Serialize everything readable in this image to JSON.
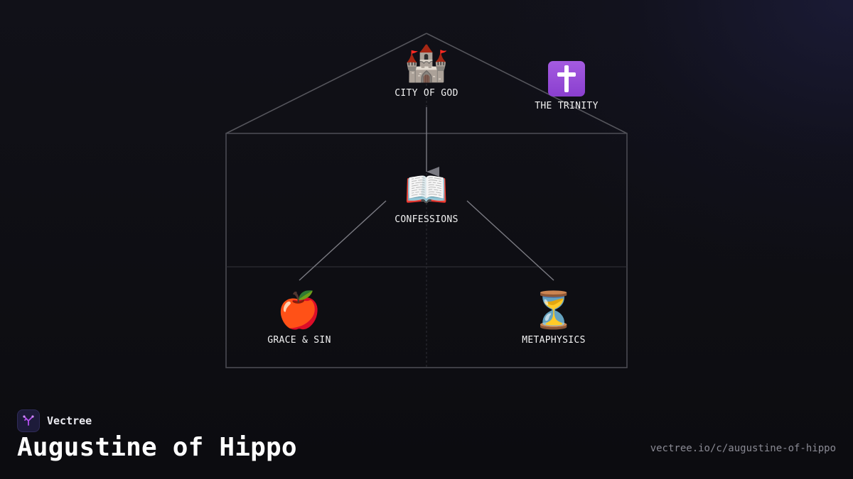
{
  "brand": {
    "name": "Vectree",
    "logo_icon": "tree-branch-icon",
    "accent_color": "#b44ff0"
  },
  "title": "Augustine of Hippo",
  "url": "vectree.io/c/augustine-of-hippo",
  "diagram": {
    "line_color": "#5a5a62",
    "nodes": [
      {
        "id": "city-of-god",
        "label": "CITY OF GOD",
        "icon": "castle-icon",
        "glyph": "🏰"
      },
      {
        "id": "the-trinity",
        "label": "THE TRINITY",
        "icon": "latin-cross-icon",
        "glyph": "✝️"
      },
      {
        "id": "confessions",
        "label": "CONFESSIONS",
        "icon": "open-book-icon",
        "glyph": "📖"
      },
      {
        "id": "grace-and-sin",
        "label": "GRACE & SIN",
        "icon": "red-apple-icon",
        "glyph": "🍎"
      },
      {
        "id": "metaphysics",
        "label": "METAPHYSICS",
        "icon": "hourglass-icon",
        "glyph": "⏳"
      }
    ],
    "edges": [
      {
        "from": "city-of-god",
        "to": "confessions",
        "arrow": true
      },
      {
        "from": "confessions",
        "to": "grace-and-sin",
        "arrow": false
      },
      {
        "from": "confessions",
        "to": "metaphysics",
        "arrow": false
      }
    ]
  }
}
